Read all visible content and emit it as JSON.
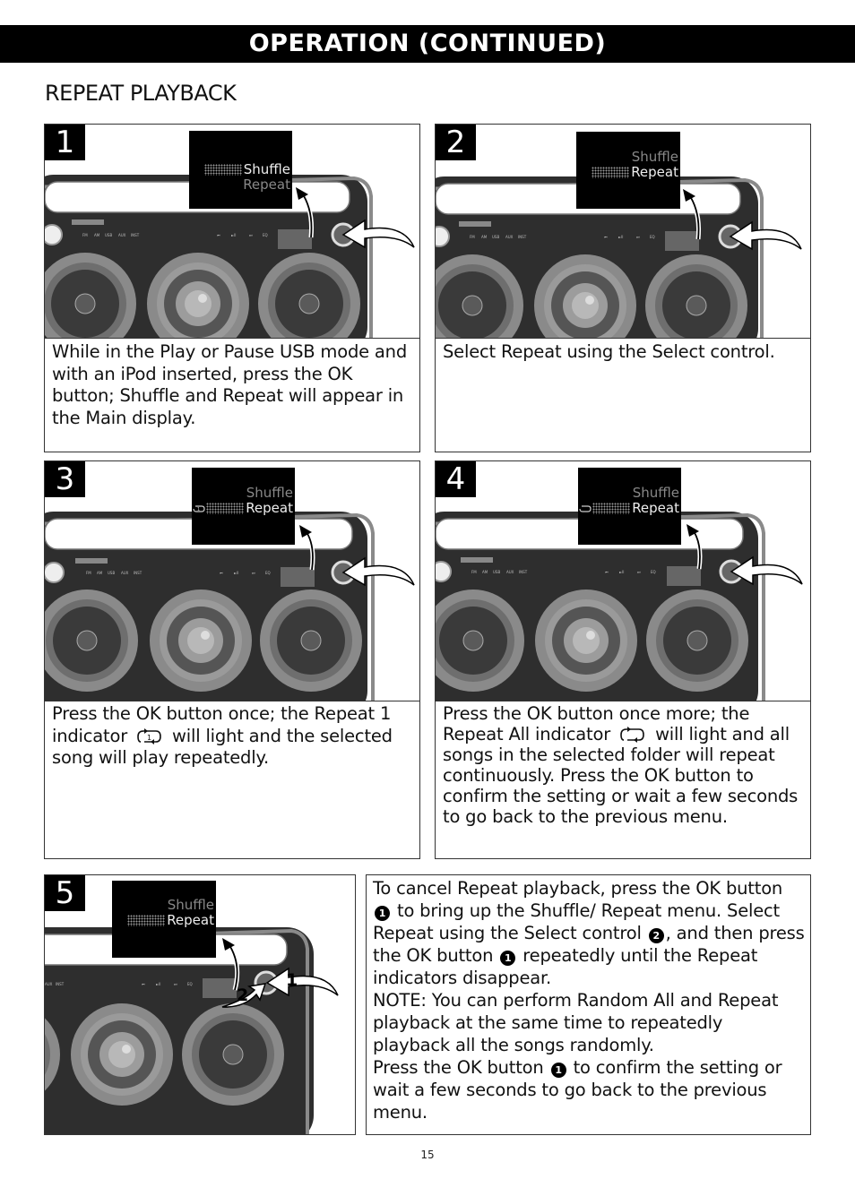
{
  "header": {
    "title": "OPERATION (CONTINUED)"
  },
  "section": {
    "title": "REPEAT PLAYBACK"
  },
  "panels": [
    {
      "number": "1",
      "lcd": {
        "line1": "Shuffle",
        "line2": "Repeat"
      },
      "text": "While in the Play or Pause USB mode and with an iPod inserted, press the OK button; Shuffle and Repeat will appear in the Main display."
    },
    {
      "number": "2",
      "lcd": {
        "line1": "Shuffle",
        "line2": "Repeat"
      },
      "text": "Select Repeat using the Select control."
    },
    {
      "number": "3",
      "lcd": {
        "line1": "Shuffle",
        "line2": "Repeat"
      },
      "text_a": "Press the OK button once; the Repeat 1 indicator",
      "text_b": "will light and the selected song will play repeatedly."
    },
    {
      "number": "4",
      "lcd": {
        "line1": "Shuffle",
        "line2": "Repeat"
      },
      "text_a": "Press the OK button once more; the Repeat All indicator",
      "text_b": "will light and all songs in the selected folder will repeat continuously. Press the OK button to confirm the setting or wait a few seconds to go back to the previous menu."
    },
    {
      "number": "5",
      "lcd": {
        "line1": "Shuffle",
        "line2": "Repeat"
      },
      "callout_1": "1",
      "callout_2": "2"
    }
  ],
  "radio_labels": {
    "fm": "FM",
    "am": "AM",
    "usb": "USB",
    "aux": "AUX",
    "inst": "INST",
    "prev": "⏮",
    "playpause": "►II",
    "next": "⏭",
    "eq": "EQ"
  },
  "cancel_text": {
    "p1_a": "To cancel Repeat playback, press the OK button",
    "ref1": "1",
    "p1_b": "to bring up the Shuffle/ Repeat menu. Select Repeat using the Select control",
    "ref2": "2",
    "p1_c": ", and then press the OK button",
    "ref3": "1",
    "p1_d": "repeatedly until the Repeat indicators disappear.",
    "note_label": "NOTE:",
    "note_text": "You can perform Random All and Repeat playback at the same time to repeatedly playback all the songs randomly.",
    "p2_a": "Press the OK button",
    "ref4": "1",
    "p2_b": "to confirm the setting or wait a few seconds to go back to the previous menu."
  },
  "footer": {
    "page_number": "15"
  }
}
